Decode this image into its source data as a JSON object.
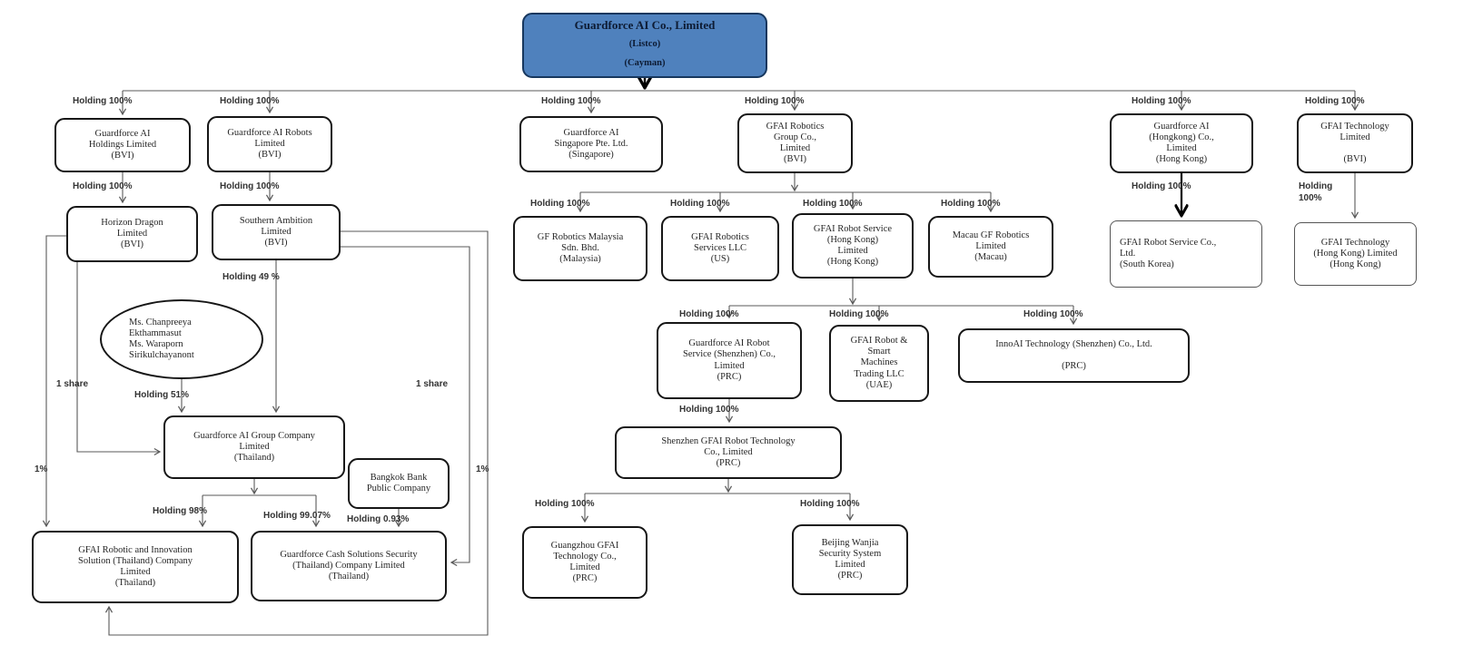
{
  "diagram": {
    "title": "Guardforce AI Co., Limited corporate structure chart",
    "accent_color": "#4f81bd",
    "line_color": "#595959"
  },
  "nodes": {
    "listco": {
      "name": "Guardforce AI Co., Limited",
      "sub": "(Listco)\n(Cayman)"
    },
    "gf_holdings": {
      "text": "Guardforce AI\nHoldings Limited\n(BVI)"
    },
    "gf_robots": {
      "text": "Guardforce AI Robots\nLimited\n(BVI)"
    },
    "gf_singapore": {
      "text": "Guardforce AI\nSingapore Pte. Ltd.\n(Singapore)"
    },
    "gfai_robotics_group": {
      "text": "GFAI Robotics\nGroup Co.,\nLimited\n(BVI)"
    },
    "gf_hongkong": {
      "text": "Guardforce AI\n(Hongkong) Co.,\nLimited\n(Hong Kong)"
    },
    "gfai_technology": {
      "text": "GFAI Technology\nLimited\n\n(BVI)"
    },
    "horizon": {
      "text": "Horizon Dragon\nLimited\n(BVI)"
    },
    "southern": {
      "text": "Southern Ambition\nLimited\n(BVI)"
    },
    "shareholders": {
      "text": "Ms. Chanpreeya\nEkthammasut\nMs. Waraporn\nSirikulchayanont"
    },
    "gf_group": {
      "text": "Guardforce AI Group Company\nLimited\n(Thailand)"
    },
    "bangkok_bank": {
      "text": "Bangkok Bank\nPublic Company"
    },
    "gfai_robotic_innovation": {
      "text": "GFAI Robotic and Innovation\nSolution (Thailand) Company\nLimited\n(Thailand)"
    },
    "gf_cash": {
      "text": "Guardforce Cash Solutions Security\n(Thailand) Company Limited\n(Thailand)"
    },
    "gf_malaysia": {
      "text": "GF Robotics Malaysia\nSdn. Bhd.\n(Malaysia)"
    },
    "gfai_us": {
      "text": "GFAI Robotics\nServices LLC\n(US)"
    },
    "gfai_hk_service": {
      "text": "GFAI Robot Service\n(Hong Kong)\nLimited\n(Hong Kong)"
    },
    "macau": {
      "text": "Macau GF Robotics\nLimited\n(Macau)"
    },
    "gf_shenzhen_service": {
      "text": "Guardforce AI Robot\nService (Shenzhen) Co.,\nLimited\n(PRC)"
    },
    "uae": {
      "text": "GFAI Robot &\nSmart\nMachines\nTrading LLC\n(UAE)"
    },
    "innoai": {
      "text": "InnoAI Technology (Shenzhen) Co., Ltd.\n\n(PRC)"
    },
    "shenzhen_tech": {
      "text": "Shenzhen GFAI Robot Technology\nCo., Limited\n(PRC)"
    },
    "guangzhou": {
      "text": "Guangzhou GFAI\nTechnology Co.,\nLimited\n(PRC)"
    },
    "beijing": {
      "text": "Beijing Wanjia\nSecurity System\nLimited\n(PRC)"
    },
    "korea": {
      "text": "GFAI Robot Service Co.,\nLtd.\n(South Korea)"
    },
    "gfai_tech_hk": {
      "text": "GFAI Technology\n(Hong Kong) Limited\n(Hong Kong)"
    }
  },
  "edges": [
    {
      "from": "listco",
      "to": "gf_holdings",
      "label": "Holding 100%"
    },
    {
      "from": "listco",
      "to": "gf_robots",
      "label": "Holding 100%"
    },
    {
      "from": "listco",
      "to": "gf_singapore",
      "label": "Holding 100%"
    },
    {
      "from": "listco",
      "to": "gfai_robotics_group",
      "label": "Holding 100%"
    },
    {
      "from": "listco",
      "to": "gf_hongkong",
      "label": "Holding 100%"
    },
    {
      "from": "listco",
      "to": "gfai_technology",
      "label": "Holding 100%"
    },
    {
      "from": "gf_holdings",
      "to": "horizon",
      "label": "Holding 100%"
    },
    {
      "from": "gf_robots",
      "to": "southern",
      "label": "Holding 100%"
    },
    {
      "from": "southern",
      "to": "gf_group",
      "label": "Holding 49 %"
    },
    {
      "from": "shareholders",
      "to": "gf_group",
      "label": "Holding 51%"
    },
    {
      "from": "horizon",
      "to": "gf_group",
      "label": "1 share"
    },
    {
      "from": "horizon",
      "to": "gfai_robotic_innovation",
      "label": "1%"
    },
    {
      "from": "southern",
      "to": "gf_cash",
      "label": "1 share"
    },
    {
      "from": "southern",
      "to": "gfai_robotic_innovation",
      "label": "1%"
    },
    {
      "from": "gf_group",
      "to": "gfai_robotic_innovation",
      "label": "Holding 98%"
    },
    {
      "from": "gf_group",
      "to": "gf_cash",
      "label": "Holding 99.07%"
    },
    {
      "from": "bangkok_bank",
      "to": "gf_cash",
      "label": "Holding 0.93%"
    },
    {
      "from": "gfai_robotics_group",
      "to": "gf_malaysia",
      "label": "Holding 100%"
    },
    {
      "from": "gfai_robotics_group",
      "to": "gfai_us",
      "label": "Holding 100%"
    },
    {
      "from": "gfai_robotics_group",
      "to": "gfai_hk_service",
      "label": "Holding 100%"
    },
    {
      "from": "gfai_robotics_group",
      "to": "macau",
      "label": "Holding 100%"
    },
    {
      "from": "gfai_hk_service",
      "to": "gf_shenzhen_service",
      "label": "Holding 100%"
    },
    {
      "from": "gfai_hk_service",
      "to": "uae",
      "label": "Holding 100%"
    },
    {
      "from": "gfai_hk_service",
      "to": "innoai",
      "label": "Holding 100%"
    },
    {
      "from": "gf_shenzhen_service",
      "to": "shenzhen_tech",
      "label": "Holding 100%"
    },
    {
      "from": "shenzhen_tech",
      "to": "guangzhou",
      "label": "Holding 100%"
    },
    {
      "from": "shenzhen_tech",
      "to": "beijing",
      "label": "Holding 100%"
    },
    {
      "from": "gf_hongkong",
      "to": "korea",
      "label": "Holding 100%"
    },
    {
      "from": "gfai_technology",
      "to": "gfai_tech_hk",
      "label": "Holding\n100%"
    }
  ]
}
